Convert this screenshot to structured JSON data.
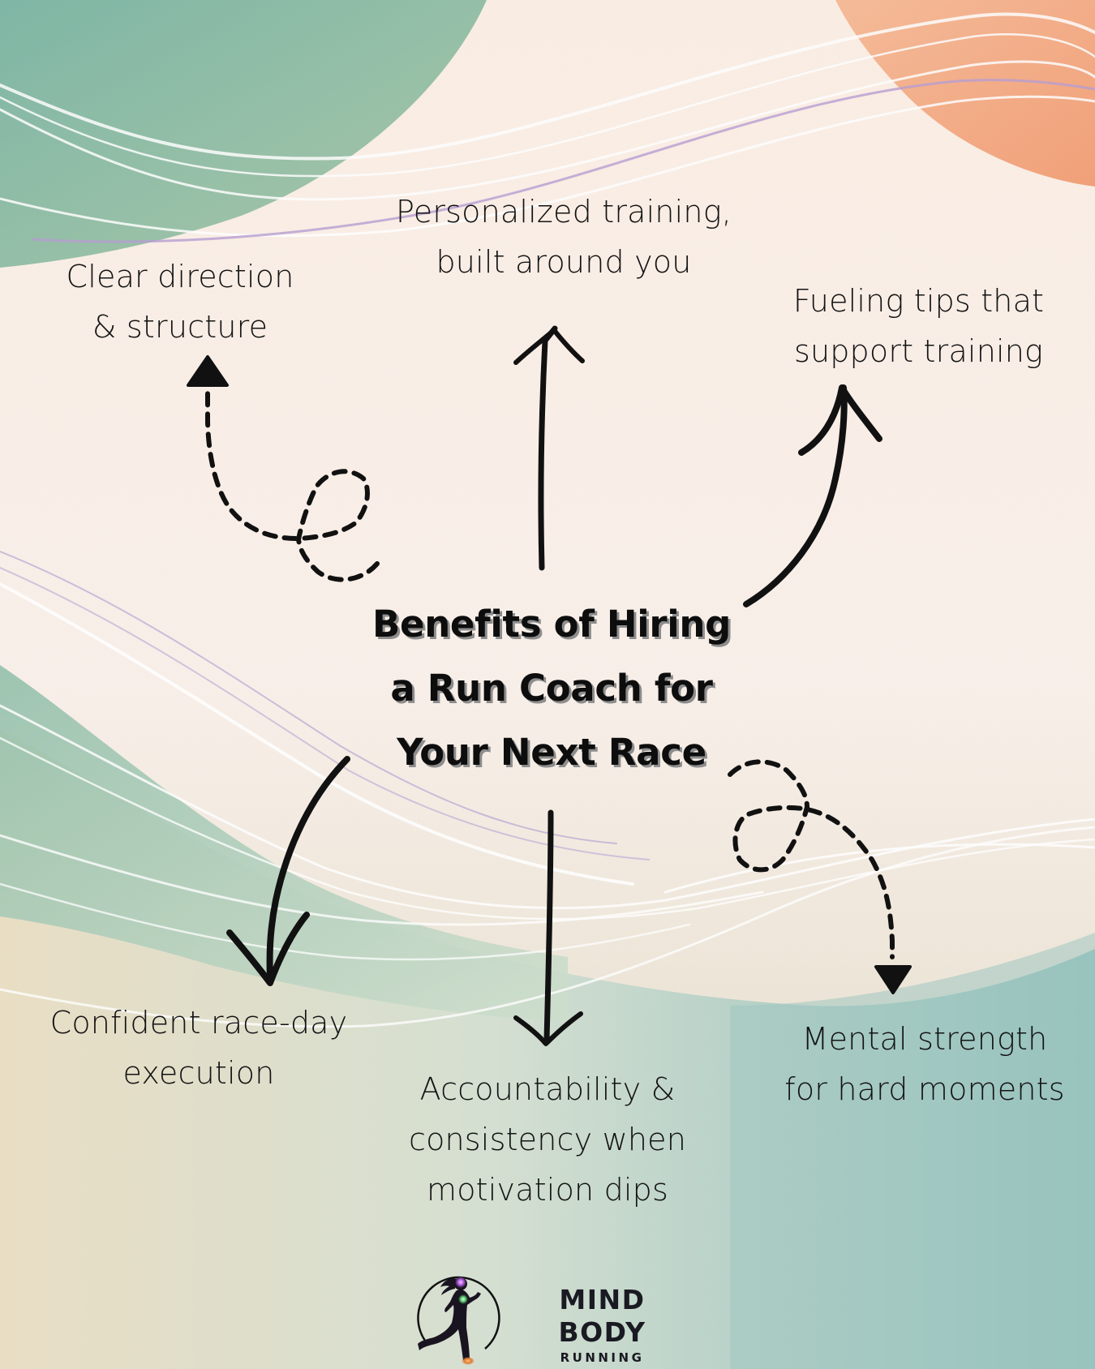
{
  "title": {
    "lines": [
      "Benefits of Hiring",
      "a Run Coach for",
      "Your Next Race"
    ]
  },
  "benefits": [
    {
      "id": "clear-direction",
      "lines": [
        "Clear direction",
        "& structure"
      ],
      "arrow": "dashed-loop-up"
    },
    {
      "id": "personalized-training",
      "lines": [
        "Personalized training,",
        "built around you"
      ],
      "arrow": "straight-up"
    },
    {
      "id": "fueling-tips",
      "lines": [
        "Fueling tips that",
        "support training"
      ],
      "arrow": "curved-up-right"
    },
    {
      "id": "confident-race-day",
      "lines": [
        "Confident race-day",
        "execution"
      ],
      "arrow": "curved-down-left"
    },
    {
      "id": "accountability",
      "lines": [
        "Accountability &",
        "consistency when",
        "motivation dips"
      ],
      "arrow": "straight-down"
    },
    {
      "id": "mental-strength",
      "lines": [
        "Mental strength",
        "for hard moments"
      ],
      "arrow": "dashed-loop-down"
    }
  ],
  "logo": {
    "name": "MIND BODY",
    "sub": "RUNNING",
    "icon": "runner-in-circle-icon"
  },
  "colors": {
    "cream": "#f9ece3",
    "peach": "#f2a882",
    "sage": "#88bba2",
    "teal": "#8dbdb7",
    "sand": "#eee3cc",
    "lavender": "#b59bd3",
    "ink": "#111111",
    "shadow": "#8d8d8d"
  }
}
